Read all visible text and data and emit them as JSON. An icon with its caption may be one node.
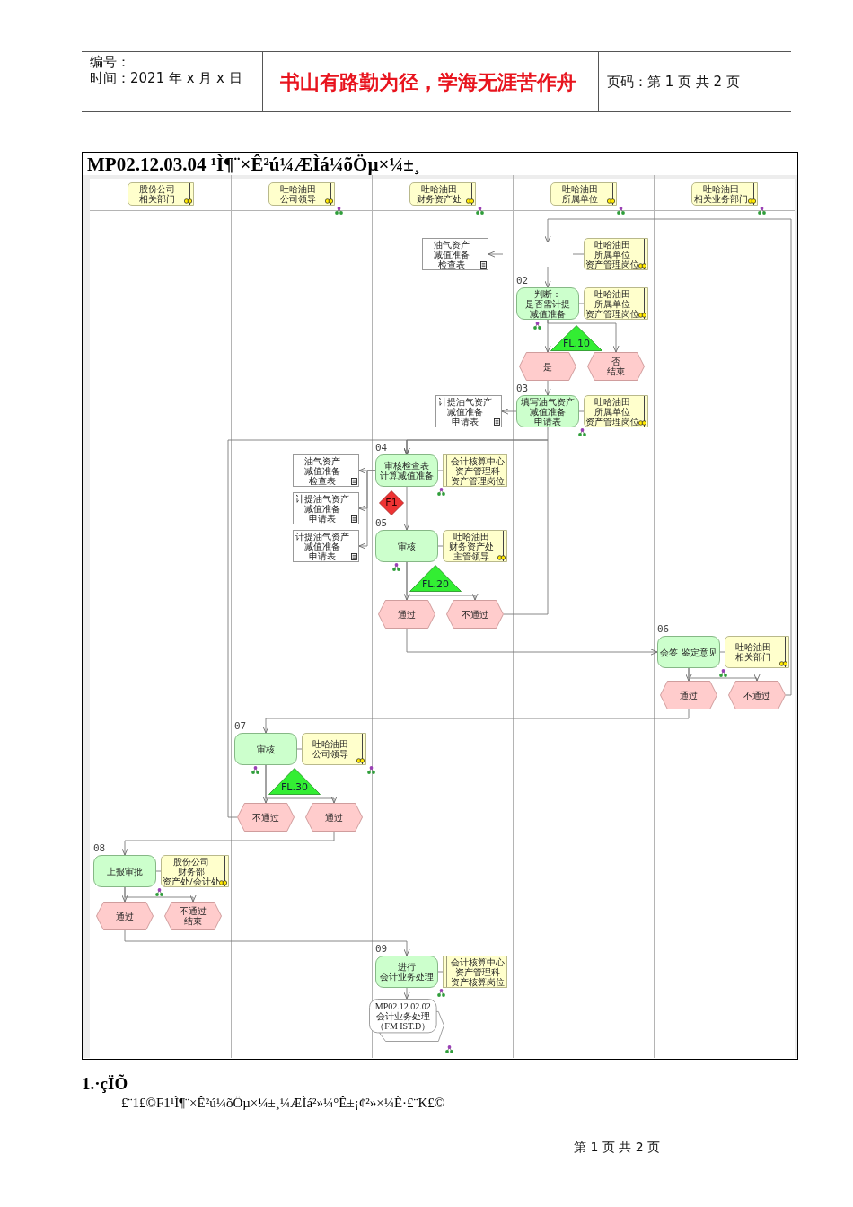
{
  "diagram": {
    "title": "MP02.12.03.04 ¹Ì¶¨×Ê²ú¼ÆÌá¼õÖµ×¼±¸",
    "nodes": [
      {
        "text": [
          "股份公司相关部门"
        ]
      },
      {
        "text": [
          "吐哈油田公司领导"
        ]
      },
      {
        "text": [
          "吐哈油田财务资产处"
        ]
      },
      {
        "text": [
          "吐哈油田所属单位"
        ]
      },
      {
        "text": [
          "吐哈油田相关业务部门"
        ]
      },
      {
        "text": [
          "油气资产减值准备检查表"
        ]
      },
      {
        "text": [
          "吐哈油田所属单位资产管理岗位"
        ]
      },
      {
        "text": [
          "判断：是否需计提减值准备"
        ],
        "beside": [
          "02"
        ]
      },
      {
        "text": [
          "吐哈油田所属单位资产管理岗位"
        ]
      },
      {
        "text": [
          "FL.10"
        ]
      },
      {
        "text": [
          "是"
        ]
      },
      {
        "text": [
          "否结束"
        ]
      },
      {
        "text": [
          "计提油气资产减值准备申请表"
        ]
      },
      {
        "text": [
          "填写油气资产减值准备申请表"
        ],
        "beside": [
          "03"
        ]
      },
      {
        "text": [
          "吐哈油田所属单位资产管理岗位"
        ]
      },
      {
        "text": [
          "油气资产减值准备检查表"
        ]
      },
      {
        "text": [
          "审核检查表计算减值准备"
        ],
        "beside": [
          "04"
        ]
      },
      {
        "text": [
          "会计核算中心资产管理科资产管理岗位"
        ]
      },
      {
        "text": [
          "F1"
        ]
      },
      {
        "text": [
          "计提油气资产减值准备申请表"
        ]
      },
      {
        "text": [
          "审核"
        ],
        "beside": [
          "05"
        ]
      },
      {
        "text": [
          "吐哈油田财务资产处主管领导"
        ]
      },
      {
        "text": [
          "计提油气资产减值准备申请表"
        ]
      },
      {
        "text": [
          "FL.20"
        ]
      },
      {
        "text": [
          "通过"
        ]
      },
      {
        "text": [
          "不通过"
        ]
      },
      {
        "text": [
          "会签 鉴定意见"
        ],
        "beside": [
          "06"
        ]
      },
      {
        "text": [
          "吐哈油田相关部门"
        ]
      },
      {
        "text": [
          "通过"
        ]
      },
      {
        "text": [
          "不通过"
        ]
      },
      {
        "text": [
          "审核"
        ],
        "beside": [
          "07"
        ]
      },
      {
        "text": [
          "吐哈油田公司领导"
        ]
      },
      {
        "text": [
          "FL.30"
        ]
      },
      {
        "text": [
          "不通过"
        ]
      },
      {
        "text": [
          "通过"
        ]
      },
      {
        "text": [
          "上报审批"
        ],
        "beside": [
          "08"
        ]
      },
      {
        "text": [
          "股份公司财务部资产处/会计处"
        ]
      },
      {
        "text": [
          "通过"
        ]
      },
      {
        "text": [
          "不通过结束"
        ]
      },
      {
        "text": [
          "进行会计业务处理"
        ],
        "beside": [
          "09"
        ]
      },
      {
        "text": [
          "会计核算中心资产管理科资产核算岗位"
        ]
      },
      {
        "text": [
          "MP02.12.02.02 会计业务处理（FM IST.D）"
        ]
      }
    ],
    "edges": [
      {
        "from": 29,
        "to": null,
        "arrow": "to"
      },
      {
        "from": null,
        "to": 5,
        "arrow": "to"
      },
      {
        "from": 6,
        "to": null,
        "arrow": "none"
      },
      {
        "from": null,
        "to": 7,
        "arrow": "to"
      },
      {
        "from": 7,
        "to": 8,
        "arrow": "none"
      },
      {
        "from": 7,
        "to": 10,
        "arrow": "to"
      },
      {
        "from": 7,
        "to": 11,
        "arrow": "to"
      },
      {
        "from": 10,
        "to": 13,
        "arrow": "to"
      },
      {
        "from": 13,
        "to": 12,
        "arrow": "to"
      },
      {
        "from": 13,
        "to": 14,
        "arrow": "none"
      },
      {
        "from": 13,
        "to": 16,
        "arrow": "to"
      },
      {
        "from": 16,
        "to": 15,
        "arrow": "to"
      },
      {
        "from": 16,
        "to": 19,
        "arrow": "to"
      },
      {
        "from": 16,
        "to": 22,
        "arrow": "to"
      },
      {
        "from": 16,
        "to": 17,
        "arrow": "none"
      },
      {
        "from": 16,
        "to": 20,
        "arrow": "to"
      },
      {
        "from": 20,
        "to": 21,
        "arrow": "none"
      },
      {
        "from": 20,
        "to": 24,
        "arrow": "to"
      },
      {
        "from": 20,
        "to": 25,
        "arrow": "to"
      },
      {
        "from": 25,
        "to": 16,
        "arrow": "to"
      },
      {
        "from": 24,
        "to": 26,
        "arrow": "to"
      },
      {
        "from": 26,
        "to": 27,
        "arrow": "none"
      },
      {
        "from": 26,
        "to": 28,
        "arrow": "to"
      },
      {
        "from": 26,
        "to": 29,
        "arrow": "to"
      },
      {
        "from": 28,
        "to": 30,
        "arrow": "to"
      },
      {
        "from": 30,
        "to": 31,
        "arrow": "none"
      },
      {
        "from": 30,
        "to": 33,
        "arrow": "to"
      },
      {
        "from": 30,
        "to": 34,
        "arrow": "to"
      },
      {
        "from": 33,
        "to": 16,
        "arrow": "to"
      },
      {
        "from": 34,
        "to": 35,
        "arrow": "to"
      },
      {
        "from": 35,
        "to": 36,
        "arrow": "none"
      },
      {
        "from": 35,
        "to": 37,
        "arrow": "to"
      },
      {
        "from": 35,
        "to": 38,
        "arrow": "to"
      },
      {
        "from": 37,
        "to": 39,
        "arrow": "to"
      },
      {
        "from": 39,
        "to": 40,
        "arrow": "none"
      },
      {
        "from": 39,
        "to": 41,
        "arrow": "to"
      }
    ],
    "labels": [
      "编号：",
      "时间：2021 年 x 月 x 日",
      "书山有路勤为径，学海无涯苦作舟",
      "页码：第 1 页 共 2 页",
      "1.·çÏÕ",
      "£¨1£©F1¹Ì¶¨×Ê²ú¼õÖµ×¼±¸¼ÆÌá²»¼°Ê±¡¢²»×¼È·£¨K£©",
      "第 1 页 共 2 页"
    ]
  }
}
